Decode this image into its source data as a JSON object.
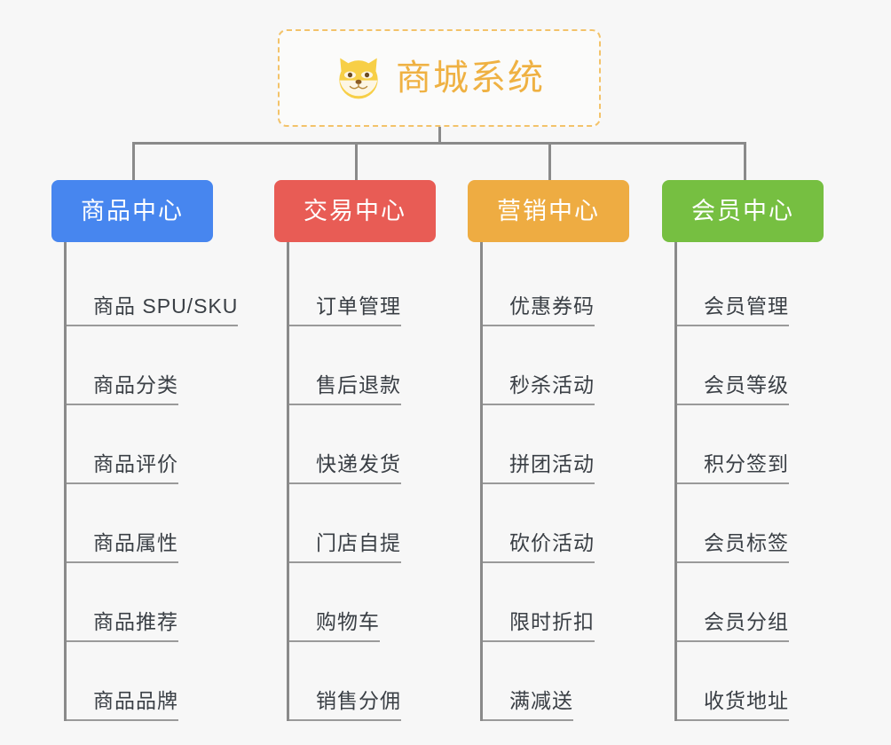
{
  "root": {
    "title": "商城系统",
    "icon": "dog-face-icon",
    "border_color": "#f3c36a",
    "text_color": "#efb142"
  },
  "canvas": {
    "background": "#f7f7f7",
    "connector_color": "#8a8a8a"
  },
  "columns": [
    {
      "title": "商品中心",
      "color": "#4786ef",
      "color_name": "blue",
      "items": [
        "商品 SPU/SKU",
        "商品分类",
        "商品评价",
        "商品属性",
        "商品推荐",
        "商品品牌"
      ]
    },
    {
      "title": "交易中心",
      "color": "#e85c55",
      "color_name": "red",
      "items": [
        "订单管理",
        "售后退款",
        "快递发货",
        "门店自提",
        "购物车",
        "销售分佣"
      ]
    },
    {
      "title": "营销中心",
      "color": "#eeac42",
      "color_name": "orange",
      "items": [
        "优惠券码",
        "秒杀活动",
        "拼团活动",
        "砍价活动",
        "限时折扣",
        "满减送"
      ]
    },
    {
      "title": "会员中心",
      "color": "#76bf41",
      "color_name": "green",
      "items": [
        "会员管理",
        "会员等级",
        "积分签到",
        "会员标签",
        "会员分组",
        "收货地址"
      ]
    }
  ]
}
